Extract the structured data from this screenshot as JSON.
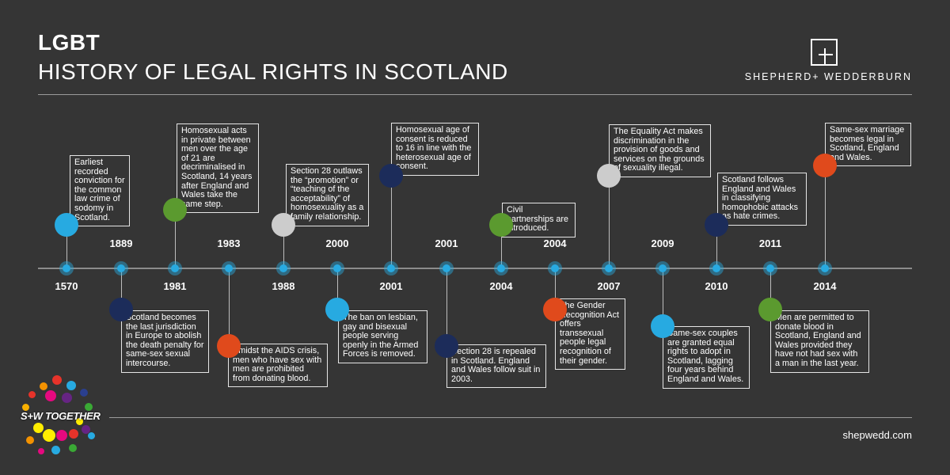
{
  "header": {
    "title": "LGBT",
    "subtitle": "HISTORY OF LEGAL RIGHTS IN SCOTLAND",
    "brand": "SHEPHERD+ WEDDERBURN"
  },
  "footer": {
    "site": "shepwedd.com",
    "badge": "S+W TOGETHER"
  },
  "colors": {
    "background": "#353535",
    "timeline_node": "#28aae1",
    "light_blue": "#27aae1",
    "navy": "#1c2c5a",
    "green": "#5b9a2f",
    "grey": "#cccccc",
    "orange": "#e04a1c"
  },
  "events": [
    {
      "year": "1570",
      "color": "light_blue",
      "text": "Earliest recorded conviction for the common law crime of sodomy in Scotland."
    },
    {
      "year": "1889",
      "color": "navy",
      "text": "Scotland becomes the last jurisdiction in Europe to abolish the death penalty for same-sex sexual intercourse."
    },
    {
      "year": "1981",
      "color": "green",
      "text": "Homosexual acts in private between men over the age of 21 are decriminalised in Scotland, 14 years after England and Wales take the same step."
    },
    {
      "year": "1983",
      "color": "orange",
      "text": "Amidst the AIDS crisis, men who have sex with men are prohibited from donating blood."
    },
    {
      "year": "1988",
      "color": "grey",
      "text": "Section 28 outlaws the “promotion” or “teaching of the acceptability” of homosexuality as a family relationship."
    },
    {
      "year": "2000",
      "color": "light_blue",
      "text": "The ban on lesbian, gay and bisexual people serving openly in the Armed Forces is removed."
    },
    {
      "year": "2001",
      "color": "navy",
      "text": "Homosexual age of consent is reduced to 16 in line with the heterosexual age of consent."
    },
    {
      "year": "2001",
      "color": "navy",
      "text": "Section 28 is repealed in Scotland. England and Wales follow suit in 2003."
    },
    {
      "year": "2004",
      "color": "green",
      "text": "Civil partnerships are introduced."
    },
    {
      "year": "2004",
      "color": "orange",
      "text": "The Gender Recognition Act offers transsexual people legal recognition of their gender."
    },
    {
      "year": "2007",
      "color": "grey",
      "text": "The Equality Act makes discrimination in the provision of goods and services on the grounds of sexuality illegal."
    },
    {
      "year": "2009",
      "color": "light_blue",
      "text": "Same-sex couples are granted equal rights to adopt in Scotland, lagging four years behind England and Wales."
    },
    {
      "year": "2010",
      "color": "navy",
      "text": "Scotland follows England and Wales in classifying homophobic attacks as hate crimes."
    },
    {
      "year": "2011",
      "color": "green",
      "text": "Men are permitted to donate blood in Scotland, England and Wales provided they have not had sex with a man in the last year."
    },
    {
      "year": "2014",
      "color": "orange",
      "text": "Same-sex marriage becomes legal in Scotland, England and Wales."
    }
  ]
}
